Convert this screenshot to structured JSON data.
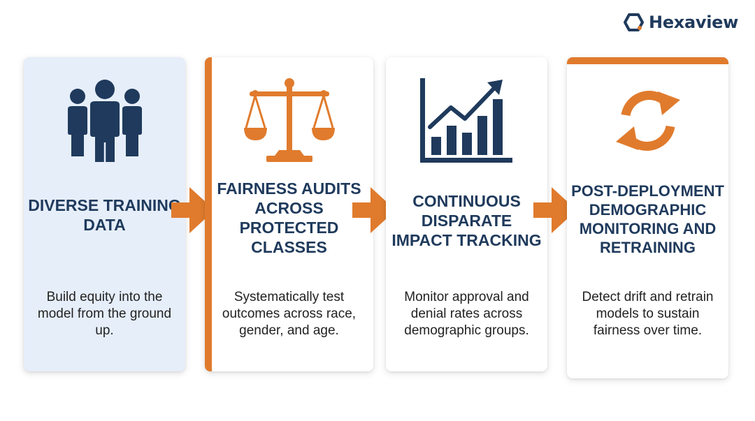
{
  "brand": {
    "name": "Hexaview",
    "navy": "#1f3a5c",
    "orange": "#e07b2d"
  },
  "steps": [
    {
      "icon": "people-icon",
      "title": "Diverse Training Data",
      "description": "Build equity into the model from the ground up."
    },
    {
      "icon": "scales-icon",
      "title": "Fairness Audits Across Protected Classes",
      "description": "Systematically test outcomes across race, gender, and age."
    },
    {
      "icon": "bar-chart-trend-icon",
      "title": "Continuous Disparate Impact Tracking",
      "description": "Monitor approval and denial rates across demographic groups."
    },
    {
      "icon": "refresh-cycle-icon",
      "title": "Post-Deployment Demographic Monitoring and Retraining",
      "description": "Detect drift and retrain models to sustain fairness over time."
    }
  ],
  "connectors": [
    {
      "icon": "arrow-right-icon"
    },
    {
      "icon": "arrow-right-icon"
    },
    {
      "icon": "arrow-right-icon"
    }
  ]
}
